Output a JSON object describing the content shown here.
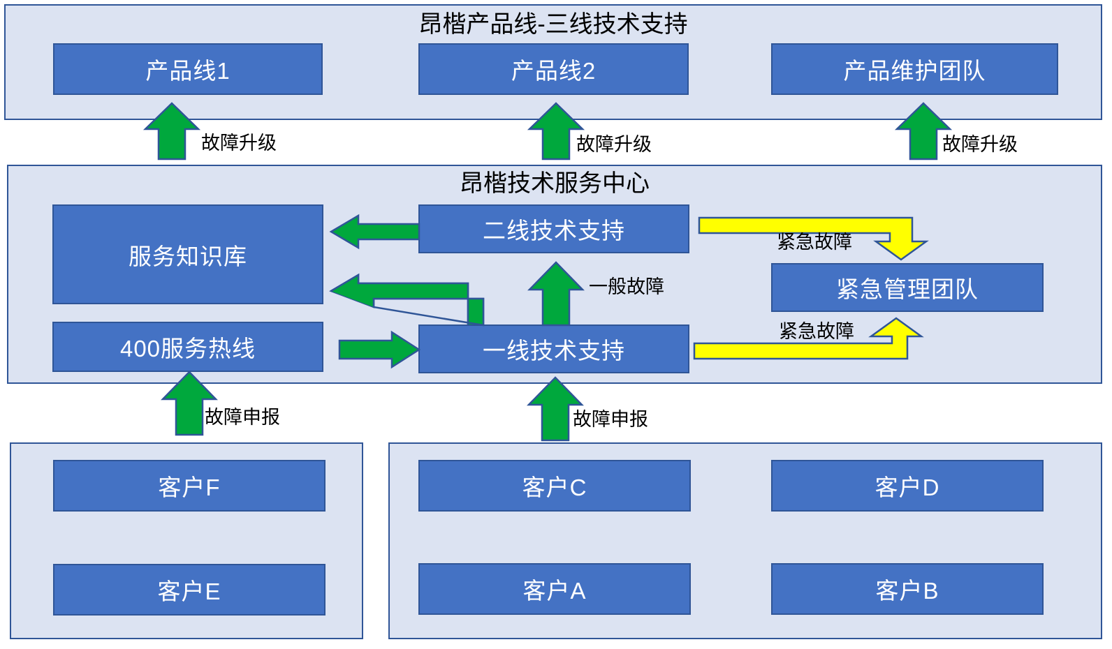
{
  "colors": {
    "group_fill": "#DCE3F2",
    "group_border": "#2F5597",
    "node_fill": "#4472C4",
    "node_border": "#2F5597",
    "node_text": "#FFFFFF",
    "arrow_green": "#00A83D",
    "arrow_yellow": "#FFFF00",
    "arrow_border": "#2F5597",
    "label_text": "#000000",
    "page_bg": "#FFFFFF"
  },
  "groups": {
    "product_line": {
      "title": "昂楷产品线-三线技术支持",
      "nodes": [
        {
          "label": "产品线1"
        },
        {
          "label": "产品线2"
        },
        {
          "label": "产品维护团队"
        }
      ]
    },
    "service_center": {
      "title": "昂楷技术服务中心",
      "nodes": [
        {
          "label": "服务知识库"
        },
        {
          "label": "二线技术支持"
        },
        {
          "label": "紧急管理团队"
        },
        {
          "label": "400服务热线"
        },
        {
          "label": "一线技术支持"
        }
      ]
    },
    "customers_left": {
      "nodes": [
        {
          "label": "客户F"
        },
        {
          "label": "客户E"
        }
      ]
    },
    "customers_right": {
      "nodes": [
        {
          "label": "客户C"
        },
        {
          "label": "客户D"
        },
        {
          "label": "客户A"
        },
        {
          "label": "客户B"
        }
      ]
    }
  },
  "edge_labels": {
    "escalate_1": "故障升级",
    "escalate_2": "故障升级",
    "escalate_3": "故障升级",
    "general_fault": "一般故障",
    "urgent_fault_down": "紧急故障",
    "urgent_fault_up": "紧急故障",
    "report_left": "故障申报",
    "report_right": "故障申报"
  }
}
